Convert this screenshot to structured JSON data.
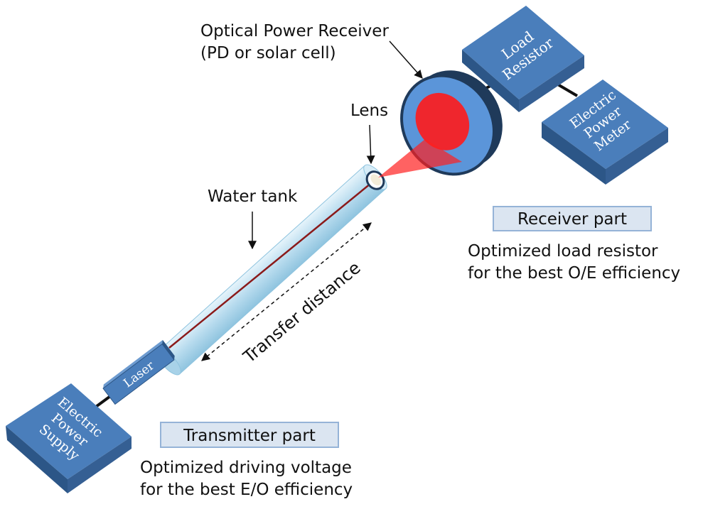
{
  "labels": {
    "optical_receiver_line1": "Optical Power Receiver",
    "optical_receiver_line2": "(PD or solar cell)",
    "lens": "Lens",
    "water_tank": "Water tank",
    "transfer_distance": "Transfer distance",
    "laser": "Laser"
  },
  "boxes": {
    "load_resistor": [
      "Load",
      "Resistor"
    ],
    "power_meter": [
      "Electric",
      "Power",
      "Meter"
    ],
    "power_supply": [
      "Electric",
      "Power",
      "Supply"
    ]
  },
  "receiver": {
    "title": "Receiver part",
    "desc_line1": "Optimized load resistor",
    "desc_line2": "for the best O/E efficiency"
  },
  "transmitter": {
    "title": "Transmitter part",
    "desc_line1": "Optimized driving voltage",
    "desc_line2": "for the best E/O efficiency"
  },
  "colors": {
    "box_blue": "#4a7ebb",
    "box_dark": "#2c5687",
    "tank": "#bfe0f2",
    "beam": "#8b1a1a",
    "disc_face": "#5b95d9",
    "spot": "#ff1a1a",
    "title_box_fill": "#dbe5f1",
    "title_box_border": "#95b3d7"
  }
}
